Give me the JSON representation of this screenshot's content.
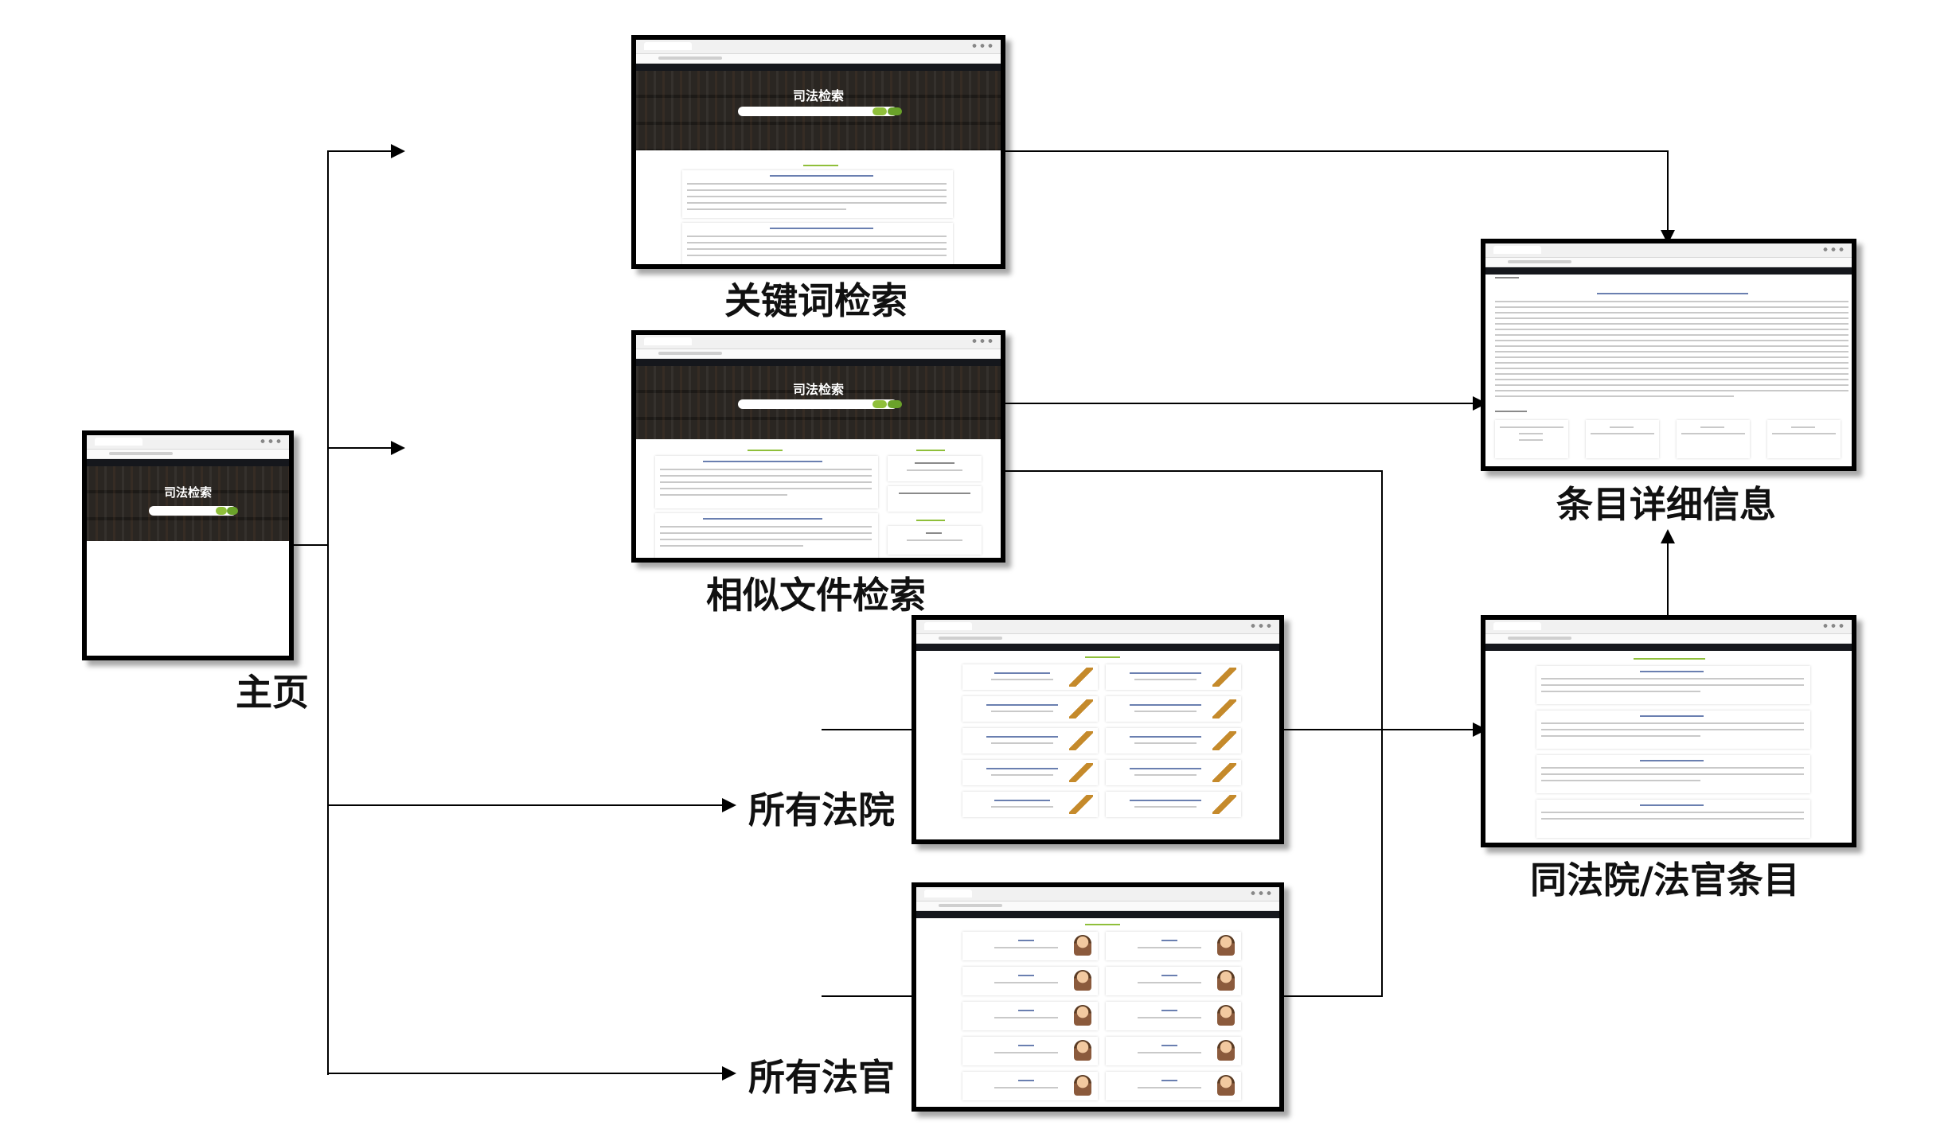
{
  "labels": {
    "home": "主页",
    "keyword_search": "关键词检索",
    "similar_search": "相似文件检索",
    "all_courts": "所有法院",
    "all_judges": "所有法官",
    "entry_detail": "条目详细信息",
    "same_court_judge": "同法院/法官条目"
  },
  "app": {
    "hero_title": "司法检索"
  },
  "colors": {
    "accent_green": "#8fbf3a",
    "nav_dark": "#15171c",
    "arrow": "#000000"
  },
  "icons": {
    "court_card_icon": "gavel-icon",
    "judge_card_icon": "judge-avatar-icon"
  }
}
